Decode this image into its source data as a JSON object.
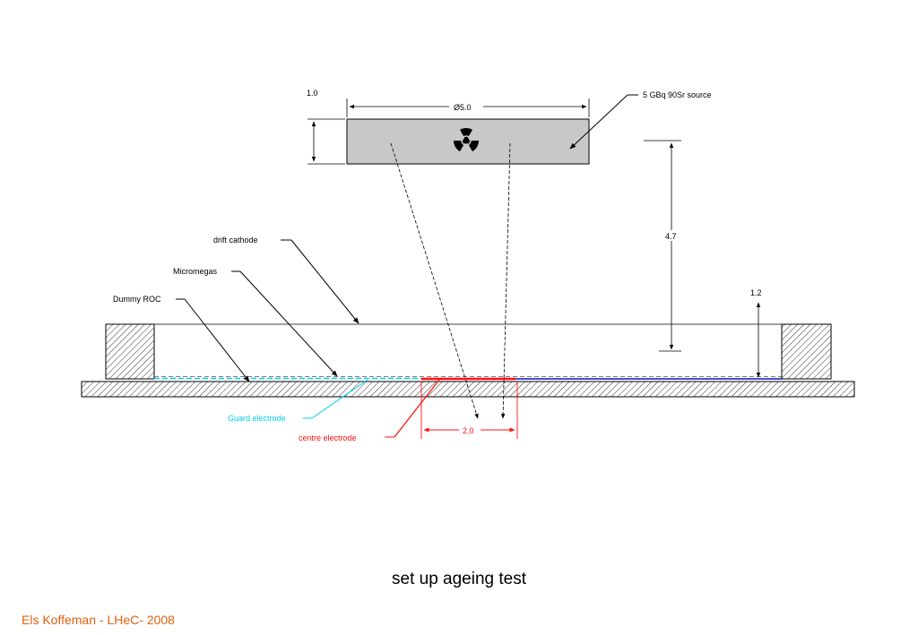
{
  "colors": {
    "guard": "#00d0e8",
    "centre": "#ff1010",
    "readout": "#1010c0",
    "footer": "#e06010",
    "source_fill": "#c8c8c8"
  },
  "diagram": {
    "labels": {
      "source_thickness": "1.0",
      "source_diameter": "Ø5.0",
      "source": "5 GBq 90Sr source",
      "drift_gap": "4.7",
      "mesh_gap": "1.2",
      "drift_cathode": "drift cathode",
      "micromegas": "Micromegas",
      "dummy_roc": "Dummy ROC",
      "guard_electrode": "Guard electrode",
      "centre_electrode": "centre electrode",
      "centre_width": "2.0"
    },
    "icons": {
      "source_symbol": "radiation-trefoil-icon"
    }
  },
  "caption": "set up ageing test",
  "footer": "Els Koffeman - LHeC- 2008"
}
